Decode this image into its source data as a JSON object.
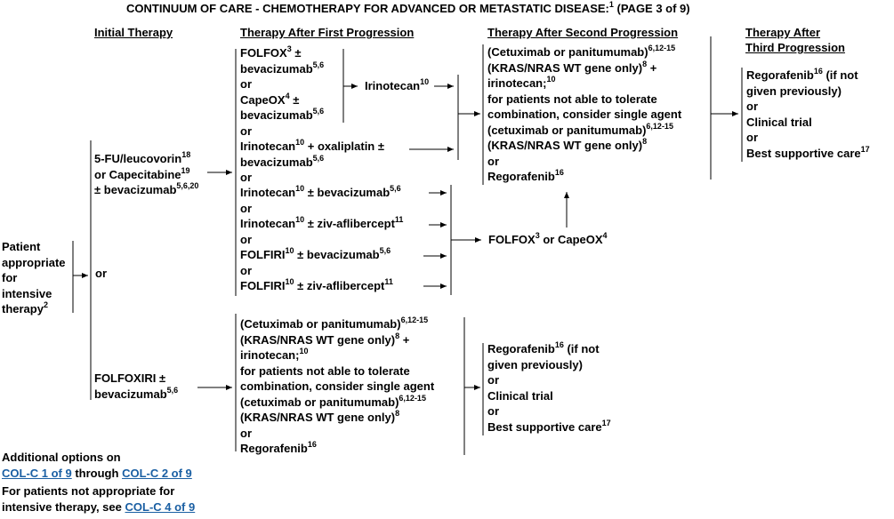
{
  "title": "CONTINUUM OF CARE - CHEMOTHERAPY FOR ADVANCED OR METASTATIC DISEASE:",
  "title_sup": "1",
  "title_page": "(PAGE 3 of 9)",
  "headers": {
    "initial": "Initial Therapy",
    "first": "Therapy After First Progression",
    "second": "Therapy After Second Progression",
    "third_line1": "Therapy After",
    "third_line2": "Third Progression"
  },
  "patient": {
    "lines": [
      "Patient",
      "appropriate",
      "for",
      "intensive"
    ],
    "last": "therapy",
    "last_sup": "2"
  },
  "or": "or",
  "initial_a": {
    "l1": "5-FU/leucovorin",
    "l1_sup": "18",
    "l2": "or Capecitabine",
    "l2_sup": "19",
    "l3": "± bevacizumab",
    "l3_sup": "5,6,20"
  },
  "initial_b": {
    "l1": "FOLFOXIRI ±",
    "l2": "bevacizumab",
    "l2_sup": "5,6"
  },
  "first_a": {
    "folfox": "FOLFOX",
    "folfox_sup": "3",
    "pm": " ±",
    "bev": "bevacizumab",
    "bev_sup": "5,6",
    "capeox": "CapeOX",
    "capeox_sup": "4",
    "iri_ox": "Irinotecan",
    "iri_ox_sup": "10",
    "iri_ox_rest": " + oxaliplatin ±"
  },
  "irinotecan_mid": {
    "text": "Irinotecan",
    "sup": "10"
  },
  "first_b": [
    {
      "a": "Irinotecan",
      "a_sup": "10",
      "b": " ± bevacizumab",
      "b_sup": "5,6"
    },
    {
      "a": "Irinotecan",
      "a_sup": "10",
      "b": " ± ziv-aflibercept",
      "b_sup": "11"
    },
    {
      "a": "FOLFIRI",
      "a_sup": "10",
      "b": " ± bevacizumab",
      "b_sup": "5,6"
    },
    {
      "a": "FOLFIRI",
      "a_sup": "10",
      "b": " ± ziv-aflibercept",
      "b_sup": "11"
    }
  ],
  "folfox_capeox": {
    "a": "FOLFOX",
    "a_sup": "3",
    "mid": " or CapeOX",
    "b_sup": "4"
  },
  "anti_egfr": {
    "l1": "(Cetuximab or panitumumab)",
    "l1_sup": "6,12-15",
    "l2": "(KRAS/NRAS WT gene only)",
    "l2_sup": "8",
    "l2_rest": " +",
    "l3": "irinotecan;",
    "l3_sup": "10",
    "l4": "for patients not able to tolerate",
    "l5": "combination, consider single agent",
    "l6": "(cetuximab or panitumumab)",
    "l6_sup": "6,12-15",
    "l7": "(KRAS/NRAS WT gene only)",
    "l7_sup": "8",
    "rego": "Regorafenib",
    "rego_sup": "16"
  },
  "third": {
    "rego": "Regorafenib",
    "rego_sup": "16",
    "rego_rest": " (if not",
    "given": "given previously)",
    "trial": "Clinical trial",
    "bsc": "Best supportive care",
    "bsc_sup": "17"
  },
  "footer": {
    "additional": "Additional options on",
    "link1": "COL-C 1 of 9",
    "through": " through ",
    "link2": "COL-C 2 of 9",
    "not_appropriate": "For patients not appropriate for",
    "see": "intensive therapy, see ",
    "link3": "COL-C 4 of 9"
  },
  "colors": {
    "link": "#1a5fa3"
  }
}
